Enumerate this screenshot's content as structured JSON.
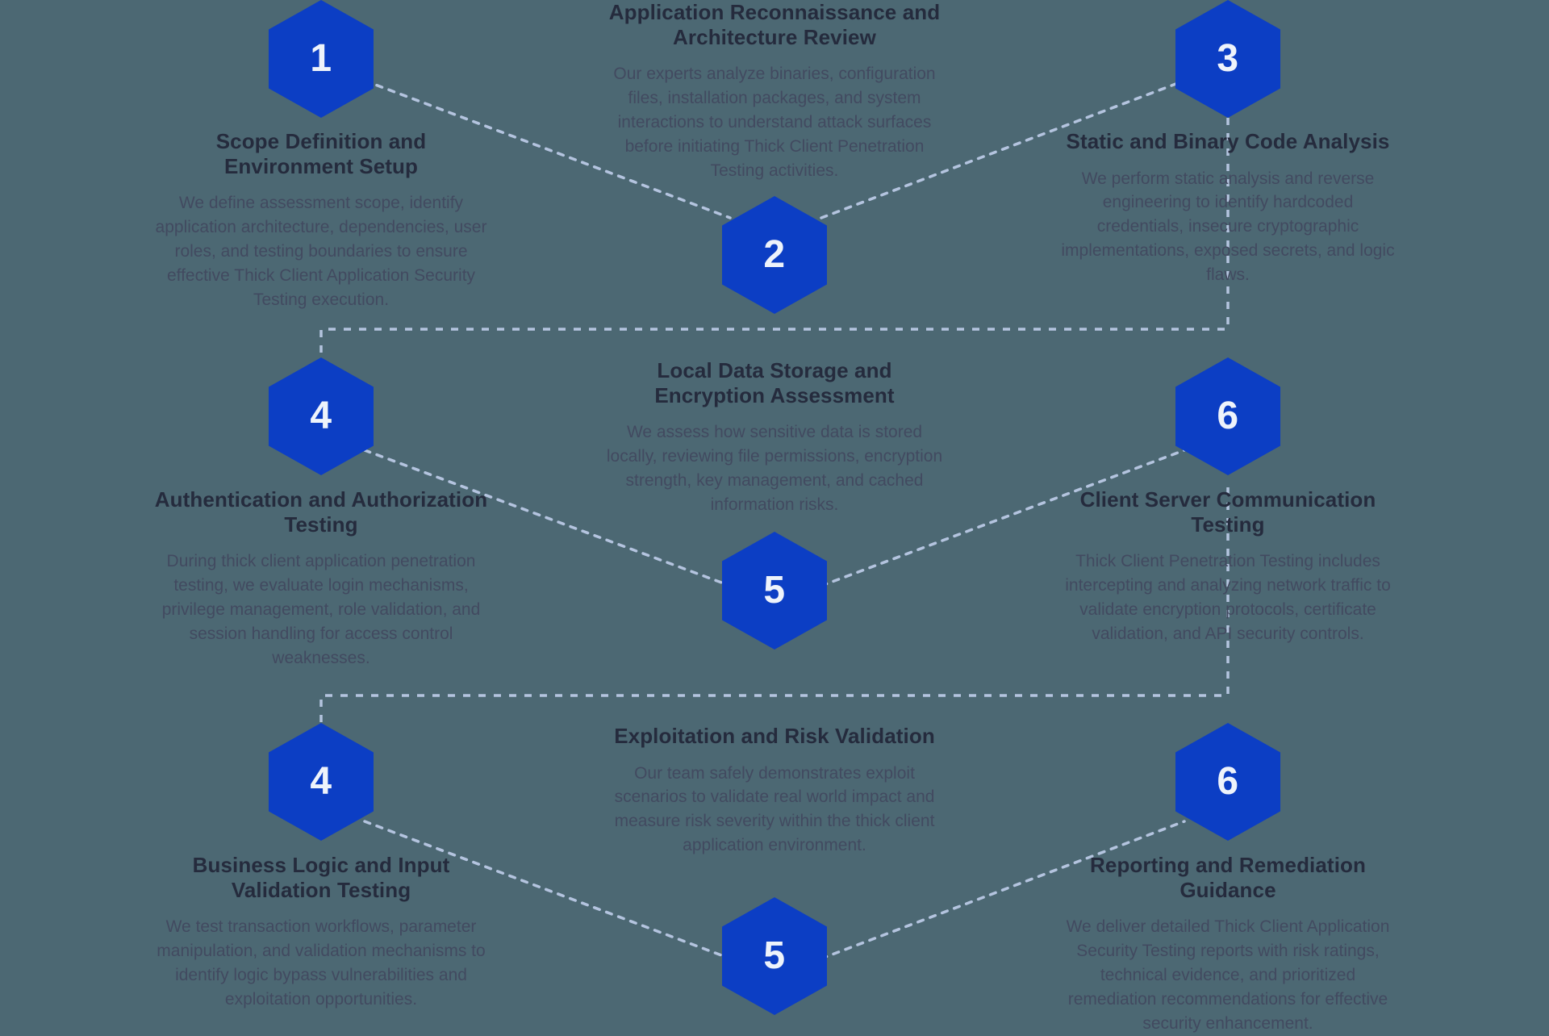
{
  "theme": {
    "background": "#4c6873",
    "hex_fill": "#0c3ec4",
    "hex_number_color": "#eef3fb",
    "title_color": "#252b3d",
    "description_color": "#424a60",
    "connector_color": "#b4c4df"
  },
  "steps": [
    {
      "number": "1",
      "title": "Scope Definition and Environment Setup",
      "description": "We define assessment scope, identify application architecture, dependencies, user roles, and testing boundaries to ensure effective Thick Client Application Security Testing execution."
    },
    {
      "number": "2",
      "title": "Application Reconnaissance and Architecture Review",
      "description": "Our experts analyze binaries, configuration files, installation packages, and system interactions to understand attack surfaces before initiating Thick Client Penetration Testing activities."
    },
    {
      "number": "3",
      "title": "Static and Binary Code Analysis",
      "description": "We perform static analysis and reverse engineering to identify hardcoded credentials, insecure cryptographic implementations, exposed secrets, and logic flaws."
    },
    {
      "number": "4",
      "title": "Authentication and Authorization Testing",
      "description": "During thick client application penetration testing, we evaluate login mechanisms, privilege management, role validation, and session handling for access control weaknesses."
    },
    {
      "number": "5",
      "title": "Local Data Storage and Encryption Assessment",
      "description": "We assess how sensitive data is stored locally, reviewing file permissions, encryption strength, key management, and cached information risks."
    },
    {
      "number": "6",
      "title": "Client Server Communication Testing",
      "description": "Thick Client Penetration Testing includes intercepting and analyzing network traffic to validate encryption protocols, certificate validation, and API security controls."
    },
    {
      "number": "4",
      "title": "Business Logic and Input Validation Testing",
      "description": "We test transaction workflows, parameter manipulation, and validation mechanisms to identify logic bypass vulnerabilities and exploitation opportunities."
    },
    {
      "number": "5",
      "title": "Exploitation and Risk Validation",
      "description": "Our team safely demonstrates exploit scenarios to validate real world impact and measure risk severity within the thick client application environment."
    },
    {
      "number": "6",
      "title": "Reporting and Remediation Guidance",
      "description": "We deliver detailed Thick Client Application Security Testing reports with risk ratings, technical evidence, and prioritized remediation recommendations for effective security enhancement."
    }
  ]
}
